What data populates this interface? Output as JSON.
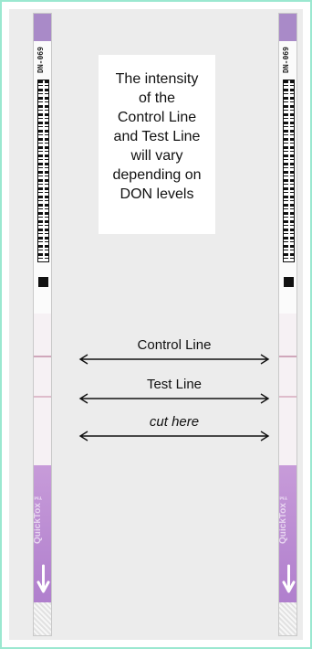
{
  "strip": {
    "code": "DN-069",
    "brand": "QuickTox ™"
  },
  "note": {
    "lines": [
      "The intensity",
      "of the",
      "Control Line",
      "and Test Line",
      "will vary",
      "depending on",
      "DON levels"
    ]
  },
  "callouts": {
    "control": "Control Line",
    "test": "Test Line",
    "cut": "cut here"
  },
  "colors": {
    "frame": "#9be8d0",
    "purple": "#b07fcd",
    "line": "#c99ab0"
  },
  "icons": [
    "double-arrow-icon",
    "down-arrow-icon",
    "barcode-icon"
  ]
}
